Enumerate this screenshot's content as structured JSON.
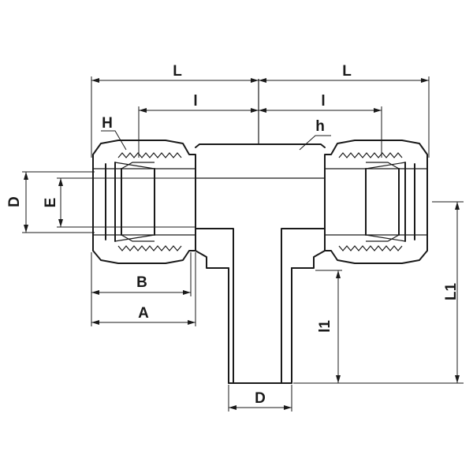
{
  "drawing": {
    "title": "",
    "labels": {
      "L_left": "L",
      "L_right": "L",
      "l_left": "l",
      "l_right": "l",
      "H": "H",
      "h": "h",
      "D_left": "D",
      "E": "E",
      "B": "B",
      "A": "A",
      "L1": "L1",
      "l1": "l1",
      "D_bottom": "D"
    },
    "colors": {
      "line": "#1a1a1a",
      "background": "#ffffff"
    }
  }
}
